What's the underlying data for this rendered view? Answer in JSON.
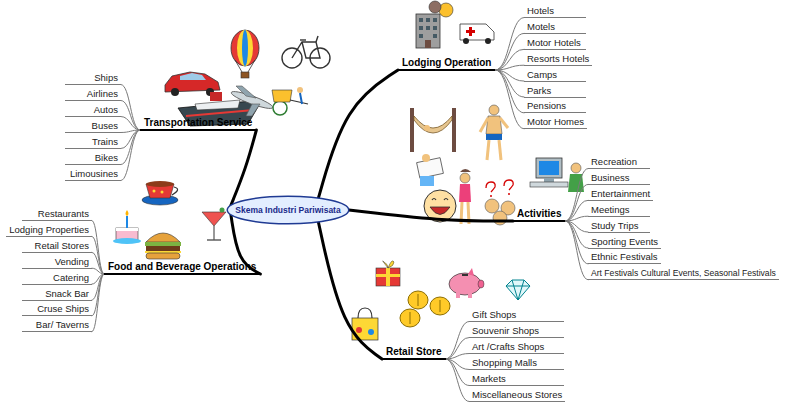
{
  "diagram": {
    "nodes": [
      {
        "text": [
          "Skema Industri Pariwisata"
        ]
      },
      {
        "text": [
          "Transportation Service"
        ]
      },
      {
        "text": [
          "Ships"
        ]
      },
      {
        "text": [
          "Airlines"
        ]
      },
      {
        "text": [
          "Autos"
        ]
      },
      {
        "text": [
          "Buses"
        ]
      },
      {
        "text": [
          "Trains"
        ]
      },
      {
        "text": [
          "Bikes"
        ]
      },
      {
        "text": [
          "Limousines"
        ]
      },
      {
        "text": [
          "Lodging Operation"
        ]
      },
      {
        "text": [
          "Hotels"
        ]
      },
      {
        "text": [
          "Motels"
        ]
      },
      {
        "text": [
          "Motor Hotels"
        ]
      },
      {
        "text": [
          "Resorts Hotels"
        ]
      },
      {
        "text": [
          "Camps"
        ]
      },
      {
        "text": [
          "Parks"
        ]
      },
      {
        "text": [
          "Pensions"
        ]
      },
      {
        "text": [
          "Motor Homes"
        ]
      },
      {
        "text": [
          "Food and Beverage Operations"
        ]
      },
      {
        "text": [
          "Restaurants"
        ]
      },
      {
        "text": [
          "Lodging Properties"
        ]
      },
      {
        "text": [
          "Retail Stores"
        ]
      },
      {
        "text": [
          "Vending"
        ]
      },
      {
        "text": [
          "Catering"
        ]
      },
      {
        "text": [
          "Snack Bar"
        ]
      },
      {
        "text": [
          "Cruse Ships"
        ]
      },
      {
        "text": [
          "Bar/ Taverns"
        ]
      },
      {
        "text": [
          "Activities"
        ]
      },
      {
        "text": [
          "Recreation"
        ]
      },
      {
        "text": [
          "Business"
        ]
      },
      {
        "text": [
          "Entertainment"
        ]
      },
      {
        "text": [
          "Meetings"
        ]
      },
      {
        "text": [
          "Study Trips"
        ]
      },
      {
        "text": [
          "Sporting Events"
        ]
      },
      {
        "text": [
          "Ethnic Festivals"
        ]
      },
      {
        "text": [
          "Art Festivals Cultural Events, Seasonal Festivals"
        ]
      },
      {
        "text": [
          "Retail Store"
        ]
      },
      {
        "text": [
          "Gift Shops"
        ]
      },
      {
        "text": [
          "Souvenir Shops"
        ]
      },
      {
        "text": [
          "Art /Crafts Shops"
        ]
      },
      {
        "text": [
          "Shopping Malls"
        ]
      },
      {
        "text": [
          "Markets"
        ]
      },
      {
        "text": [
          "Miscellaneous Stores"
        ]
      }
    ],
    "edges": [
      {
        "from": 0,
        "to": 1,
        "arrow": "none"
      },
      {
        "from": 0,
        "to": 9,
        "arrow": "none"
      },
      {
        "from": 0,
        "to": 18,
        "arrow": "none"
      },
      {
        "from": 0,
        "to": 27,
        "arrow": "none"
      },
      {
        "from": 0,
        "to": 36,
        "arrow": "none"
      },
      {
        "from": 1,
        "to": 2,
        "arrow": "none"
      },
      {
        "from": 1,
        "to": 3,
        "arrow": "none"
      },
      {
        "from": 1,
        "to": 4,
        "arrow": "none"
      },
      {
        "from": 1,
        "to": 5,
        "arrow": "none"
      },
      {
        "from": 1,
        "to": 6,
        "arrow": "none"
      },
      {
        "from": 1,
        "to": 7,
        "arrow": "none"
      },
      {
        "from": 1,
        "to": 8,
        "arrow": "none"
      },
      {
        "from": 9,
        "to": 10,
        "arrow": "none"
      },
      {
        "from": 9,
        "to": 11,
        "arrow": "none"
      },
      {
        "from": 9,
        "to": 12,
        "arrow": "none"
      },
      {
        "from": 9,
        "to": 13,
        "arrow": "none"
      },
      {
        "from": 9,
        "to": 14,
        "arrow": "none"
      },
      {
        "from": 9,
        "to": 15,
        "arrow": "none"
      },
      {
        "from": 9,
        "to": 16,
        "arrow": "none"
      },
      {
        "from": 9,
        "to": 17,
        "arrow": "none"
      },
      {
        "from": 18,
        "to": 19,
        "arrow": "none"
      },
      {
        "from": 18,
        "to": 20,
        "arrow": "none"
      },
      {
        "from": 18,
        "to": 21,
        "arrow": "none"
      },
      {
        "from": 18,
        "to": 22,
        "arrow": "none"
      },
      {
        "from": 18,
        "to": 23,
        "arrow": "none"
      },
      {
        "from": 18,
        "to": 24,
        "arrow": "none"
      },
      {
        "from": 18,
        "to": 25,
        "arrow": "none"
      },
      {
        "from": 18,
        "to": 26,
        "arrow": "none"
      },
      {
        "from": 27,
        "to": 28,
        "arrow": "none"
      },
      {
        "from": 27,
        "to": 29,
        "arrow": "none"
      },
      {
        "from": 27,
        "to": 30,
        "arrow": "none"
      },
      {
        "from": 27,
        "to": 31,
        "arrow": "none"
      },
      {
        "from": 27,
        "to": 32,
        "arrow": "none"
      },
      {
        "from": 27,
        "to": 33,
        "arrow": "none"
      },
      {
        "from": 27,
        "to": 34,
        "arrow": "none"
      },
      {
        "from": 27,
        "to": 35,
        "arrow": "none"
      },
      {
        "from": 36,
        "to": 37,
        "arrow": "none"
      },
      {
        "from": 36,
        "to": 38,
        "arrow": "none"
      },
      {
        "from": 36,
        "to": 39,
        "arrow": "none"
      },
      {
        "from": 36,
        "to": 40,
        "arrow": "none"
      },
      {
        "from": 36,
        "to": 41,
        "arrow": "none"
      },
      {
        "from": 36,
        "to": 42,
        "arrow": "none"
      }
    ]
  }
}
